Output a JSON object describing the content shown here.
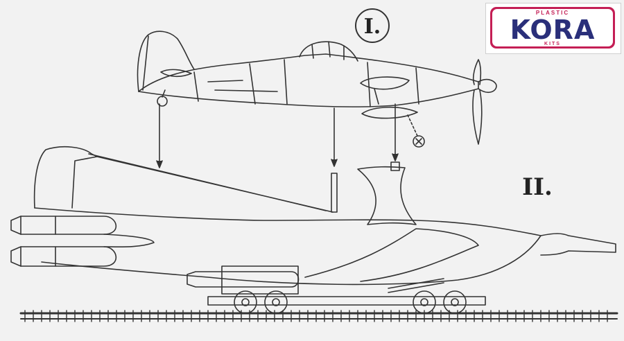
{
  "labels": {
    "step_one": "I.",
    "step_two": "II."
  },
  "logo": {
    "top_text": "PLASTIC",
    "main_text": "KORA",
    "bottom_text": "KITS"
  },
  "colors": {
    "line": "#333333",
    "background": "#f2f2f2",
    "logo_red": "#c41e55",
    "logo_blue": "#2a2f7a"
  }
}
